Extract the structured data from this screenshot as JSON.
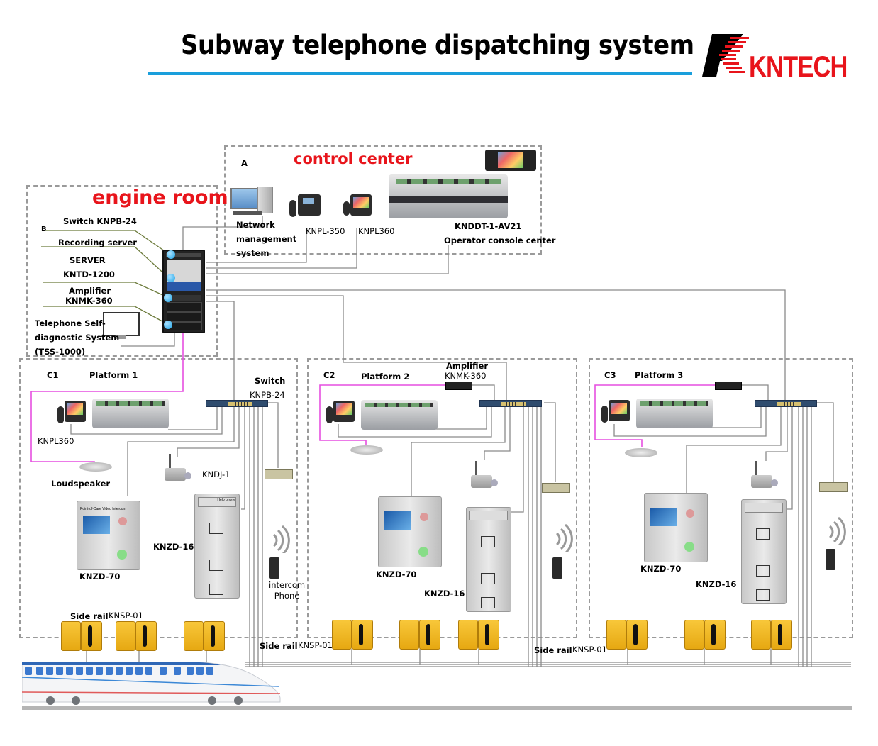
{
  "header": {
    "title": "Subway telephone dispatching system",
    "logo_text": "KNTECH",
    "accent_color": "#1a9fdc",
    "brand_color": "#e8141b"
  },
  "control_center": {
    "zone_id": "A",
    "title": "control center",
    "devices": [
      {
        "name": "Network management system",
        "lines": [
          "Network",
          "management",
          "system"
        ],
        "icon": "desktop-computer-icon"
      },
      {
        "name": "KNPL-350",
        "icon": "ip-phone-icon"
      },
      {
        "name": "KNPL360",
        "icon": "video-phone-icon"
      },
      {
        "name": "KNDDT-1-AV21",
        "subtitle": "Operator console center",
        "icon": "operator-console-icon"
      }
    ]
  },
  "engine_room": {
    "zone_id": "B",
    "title": "engine room",
    "rack_labels": [
      {
        "line1": "Switch KNPB-24"
      },
      {
        "line1": "Recording server"
      },
      {
        "line1": "SERVER",
        "line2": "KNTD-1200"
      },
      {
        "line1": "Amplifier",
        "line2": "KNMK-360"
      }
    ],
    "self_diagnostic": {
      "lines": [
        "Telephone Self-",
        "diagnostic System",
        "(TSS-1000)"
      ]
    }
  },
  "platforms": [
    {
      "zone_id": "C1",
      "title": "Platform 1",
      "switch_label": "Switch",
      "switch_model": "KNPB-24",
      "phone_label": "KNPL360",
      "speaker_label": "Loudspeaker",
      "desk_mic_label": "KNDJ-1",
      "video_intercom_label": "KNZD-70",
      "help_phone_label": "KNZD-16",
      "radio_label_lines": [
        "intercom",
        "Phone"
      ],
      "side_rail_label": "Side rail",
      "side_rail_model": "KNSP-01"
    },
    {
      "zone_id": "C2",
      "title": "Platform 2",
      "amplifier_label": "Amplifier",
      "amplifier_model": "KNMK-360",
      "video_intercom_label": "KNZD-70",
      "help_phone_label": "KNZD-16",
      "side_rail_label": "Side rail",
      "side_rail_model": "KNSP-01"
    },
    {
      "zone_id": "C3",
      "title": "Platform 3",
      "video_intercom_label": "KNZD-70",
      "help_phone_label": "KNZD-16",
      "side_rail_label": "Side rail",
      "side_rail_model": "KNSP-01"
    }
  ],
  "device_texts": {
    "intercom_panel_header": "Point-of-Care Video Intercom",
    "help_phone_header": "Help phone"
  }
}
